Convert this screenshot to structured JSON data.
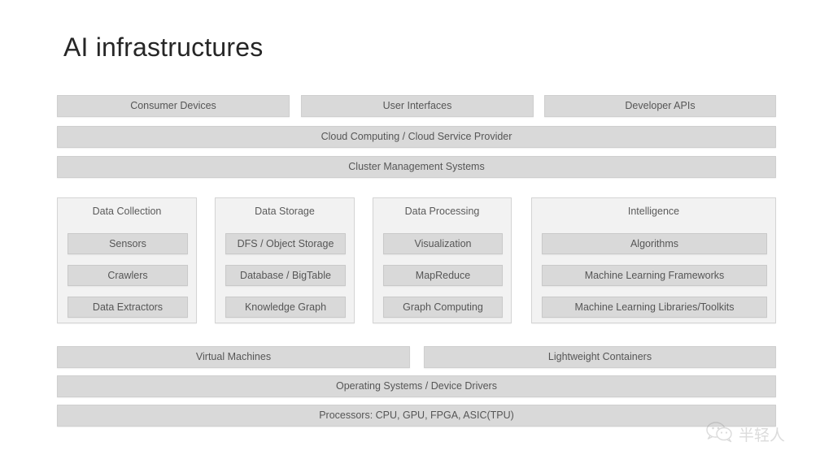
{
  "title": "AI infrastructures",
  "colors": {
    "background": "#ffffff",
    "chip_fill": "#d9d9d9",
    "chip_border": "#cfcfcf",
    "group_fill": "#f2f2f2",
    "group_border": "#d4d4d4",
    "text": "#565656",
    "title_text": "#262626"
  },
  "top_row": [
    {
      "label": "Consumer Devices"
    },
    {
      "label": "User Interfaces"
    },
    {
      "label": "Developer APIs"
    }
  ],
  "platform_bars": [
    {
      "label": "Cloud Computing / Cloud Service Provider"
    },
    {
      "label": "Cluster Management Systems"
    }
  ],
  "groups": [
    {
      "title": "Data Collection",
      "items": [
        {
          "label": "Sensors"
        },
        {
          "label": "Crawlers"
        },
        {
          "label": "Data Extractors"
        }
      ]
    },
    {
      "title": "Data Storage",
      "items": [
        {
          "label": "DFS / Object Storage"
        },
        {
          "label": "Database / BigTable"
        },
        {
          "label": "Knowledge Graph"
        }
      ]
    },
    {
      "title": "Data Processing",
      "items": [
        {
          "label": "Visualization"
        },
        {
          "label": "MapReduce"
        },
        {
          "label": "Graph Computing"
        }
      ]
    },
    {
      "title": "Intelligence",
      "items": [
        {
          "label": "Algorithms"
        },
        {
          "label": "Machine Learning Frameworks"
        },
        {
          "label": "Machine Learning Libraries/Toolkits"
        }
      ]
    }
  ],
  "virtualization_row": [
    {
      "label": "Virtual Machines"
    },
    {
      "label": "Lightweight Containers"
    }
  ],
  "bottom_bars": [
    {
      "label": "Operating Systems / Device Drivers"
    },
    {
      "label": "Processors: CPU, GPU, FPGA, ASIC(TPU)"
    }
  ],
  "watermark": {
    "icon": "wechat-icon",
    "text": "半轻人"
  }
}
